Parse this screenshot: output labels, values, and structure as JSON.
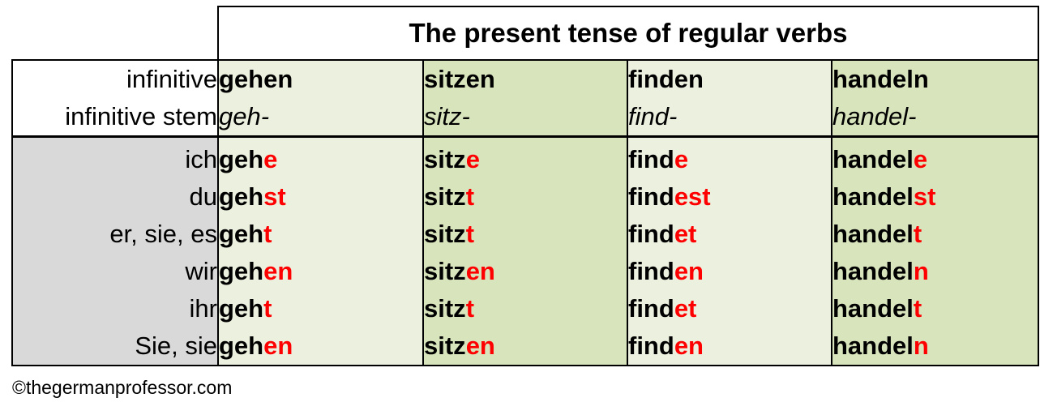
{
  "table": {
    "title": "The present tense of regular verbs",
    "colors": {
      "column_light": "#ebf1de",
      "column_dark": "#d8e4bc",
      "pronoun_background": "#d9d9d9",
      "ending_color": "#ff0000"
    },
    "infinitive_label": "infinitive",
    "stem_label": "infinitive stem",
    "infinitives": [
      "gehen",
      "sitzen",
      "finden",
      "handeln"
    ],
    "stems": [
      "geh-",
      "sitz-",
      "find-",
      "handel-"
    ],
    "rows": [
      {
        "pronoun": "ich",
        "forms": [
          {
            "stem": "geh",
            "ending": "e"
          },
          {
            "stem": "sitz",
            "ending": "e"
          },
          {
            "stem": "find",
            "ending": "e"
          },
          {
            "stem": "handel",
            "ending": "e"
          }
        ]
      },
      {
        "pronoun": "du",
        "forms": [
          {
            "stem": "geh",
            "ending": "st"
          },
          {
            "stem": "sitz",
            "ending": "t"
          },
          {
            "stem": "find",
            "ending": "est"
          },
          {
            "stem": "handel",
            "ending": "st"
          }
        ]
      },
      {
        "pronoun": "er, sie, es",
        "forms": [
          {
            "stem": "geh",
            "ending": "t"
          },
          {
            "stem": "sitz",
            "ending": "t"
          },
          {
            "stem": "find",
            "ending": "et"
          },
          {
            "stem": "handel",
            "ending": "t"
          }
        ]
      },
      {
        "pronoun": "wir",
        "forms": [
          {
            "stem": "geh",
            "ending": "en"
          },
          {
            "stem": "sitz",
            "ending": "en"
          },
          {
            "stem": "find",
            "ending": "en"
          },
          {
            "stem": "handel",
            "ending": "n"
          }
        ]
      },
      {
        "pronoun": "ihr",
        "forms": [
          {
            "stem": "geh",
            "ending": "t"
          },
          {
            "stem": "sitz",
            "ending": "t"
          },
          {
            "stem": "find",
            "ending": "et"
          },
          {
            "stem": "handel",
            "ending": "t"
          }
        ]
      },
      {
        "pronoun": "Sie, sie",
        "forms": [
          {
            "stem": "geh",
            "ending": "en"
          },
          {
            "stem": "sitz",
            "ending": "en"
          },
          {
            "stem": "find",
            "ending": "en"
          },
          {
            "stem": "handel",
            "ending": "n"
          }
        ]
      }
    ]
  },
  "credit": "©thegermanprofessor.com"
}
